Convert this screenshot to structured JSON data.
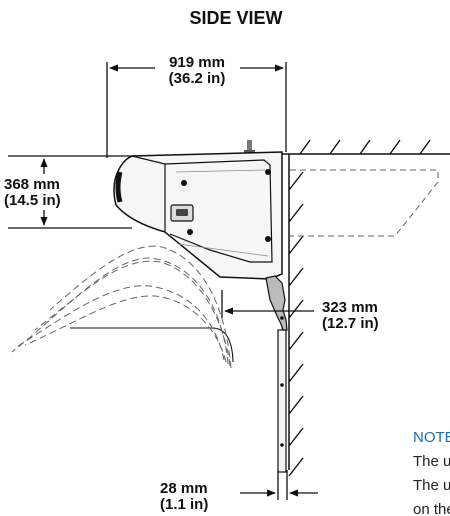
{
  "title": "SIDE VIEW",
  "dimensions": {
    "width": {
      "metric": "919 mm",
      "imperial": "(36.2 in)"
    },
    "height": {
      "metric": "368 mm",
      "imperial": "(14.5 in)"
    },
    "drop": {
      "metric": "323 mm",
      "imperial": "(12.7 in)"
    },
    "bracket": {
      "metric": "28 mm",
      "imperial": "(1.1 in)"
    }
  },
  "note": {
    "heading": "NOTE",
    "lines": [
      "The unit",
      "The unit",
      "on the"
    ]
  },
  "colors": {
    "line": "#111111",
    "accent": "#1a6fb3",
    "dashed": "#666666"
  }
}
